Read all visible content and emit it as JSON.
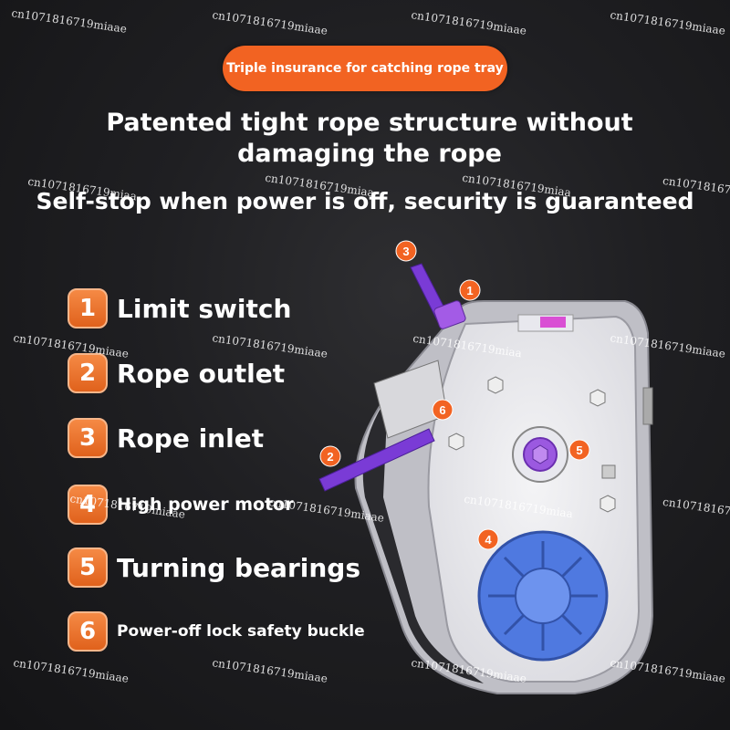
{
  "top_pill": "Triple insurance for catching rope tray",
  "headline1": "Patented tight rope structure without damaging the rope",
  "headline2": "Self-stop when power is off, security is guaranteed",
  "features": [
    {
      "num": "1",
      "label": "Limit switch"
    },
    {
      "num": "2",
      "label": "Rope outlet"
    },
    {
      "num": "3",
      "label": "Rope inlet"
    },
    {
      "num": "4",
      "label": "High power motor"
    },
    {
      "num": "5",
      "label": "Turning bearings"
    },
    {
      "num": "6",
      "label": "Power-off lock safety buckle"
    }
  ],
  "markers": [
    "1",
    "2",
    "3",
    "4",
    "5",
    "6"
  ],
  "watermark": "cn1071816719miaae",
  "watermark_partial": "cn1071816719miaa",
  "watermark_short": "cn10718167",
  "watermark_short2": "cn1071816719miaae",
  "colors": {
    "accent": "#f26322",
    "background": "#1f1f22",
    "motor": "#4f79e0",
    "rod": "#7a3bd6"
  }
}
